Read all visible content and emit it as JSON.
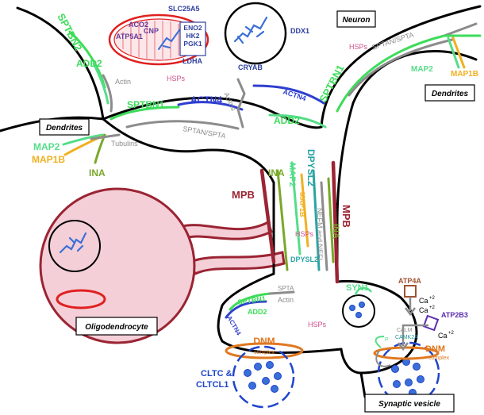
{
  "colors": {
    "spectrin_beta": "#3ddc5a",
    "spectrin_alpha": "#8c8c8c",
    "map2": "#55dd88",
    "map1b": "#f0b020",
    "ina": "#7aa82a",
    "add2": "#3ddc5a",
    "actn4": "#2f3fd0",
    "mpb": "#9b2433",
    "dpysl2": "#2aa4a4",
    "hsps": "#d0508a",
    "mito_purple": "#6a3a9a",
    "mito_blue": "#2e3fa0",
    "cryab": "#3a6fd8",
    "dnm": "#e07820",
    "cltc": "#1f44cc",
    "atp4a": "#a0522d",
    "atp2b3": "#5a2db0",
    "camk2a": "#1f9a9a",
    "oligo_fill": "#f4cfd8",
    "oligo_stroke": "#9b2433",
    "mito_red": "#e02020"
  },
  "boxes": {
    "neuron": "Neuron",
    "dendrites_left": "Dendrites",
    "dendrites_right": "Dendrites",
    "oligodendrocyte": "Oligodendrocyte",
    "synaptic_vesicle": "Synaptic vesicle"
  },
  "mitochondrion": {
    "aco2": "ACO2",
    "atp5a1": "ATP5A1",
    "cnp": "CNP",
    "slc25a5": "SLC25A5",
    "eno2": "ENO2",
    "hk2": "HK2",
    "pgk1": "PGK1",
    "ldha": "LDHA"
  },
  "labels": {
    "sptbn2": "SPTBN2",
    "add2_top": "ADD2",
    "actin_top": "Actin",
    "hsps_top_left": "HSPs",
    "ddx1": "DDX1",
    "cryab": "CRYAB",
    "sptan_spta_right": "SPTAN/SPTA",
    "hsps_top_right": "HSPs",
    "sptbn1_right": "SPTBN1",
    "map2_right": "MAP2",
    "map1b_right": "MAP1B",
    "actins": "Actins",
    "actn4_mid": "ACTN4",
    "add2_mid": "ADD2",
    "sptbn1_left": "SPTBN1",
    "actn4_left": "ACTN4",
    "sptan_spta_mid": "SPTAN/SPTA",
    "map2_left": "MAP2",
    "map1b_left": "MAP1B",
    "tubulins": "Tubulins",
    "ina_left": "INA",
    "mpb_left": "MPB",
    "ina_axon": "INA",
    "map2_axon": "MAP2",
    "map1b_axon": "MAP1B",
    "hsps_axon": "HSPs",
    "dpysl2_axon": "DPYSL2",
    "nefm_nefl": "NEFM and NEFL",
    "ina_axon_right": "INA",
    "dpysl2_axon_bottom": "DPYSL2",
    "mpb_right": "MPB",
    "sptbn1_term": "SPTBN1",
    "spta_term": "SPTA",
    "actin_term": "Actin",
    "add2_term": "ADD2",
    "actn4_term": "ACTN4",
    "hsps_term": "HSPs",
    "dnm_left": "DNM",
    "complex_left": "complex",
    "cltc": "CLTC &",
    "cltcl1": "CLTCL1",
    "syn1": "SYN1",
    "atp4a": "ATP4A",
    "ca1": "Ca",
    "ca1_sup": "+2",
    "ca2": "Ca",
    "ca2_sup": "+2",
    "ca3": "Ca",
    "ca3_sup": "+2",
    "atp2b3": "ATP2B3",
    "calm": "CALM",
    "camk2a": "CAMK2A",
    "p": "P",
    "dnm_right": "DNM",
    "complex_right": "complex"
  }
}
